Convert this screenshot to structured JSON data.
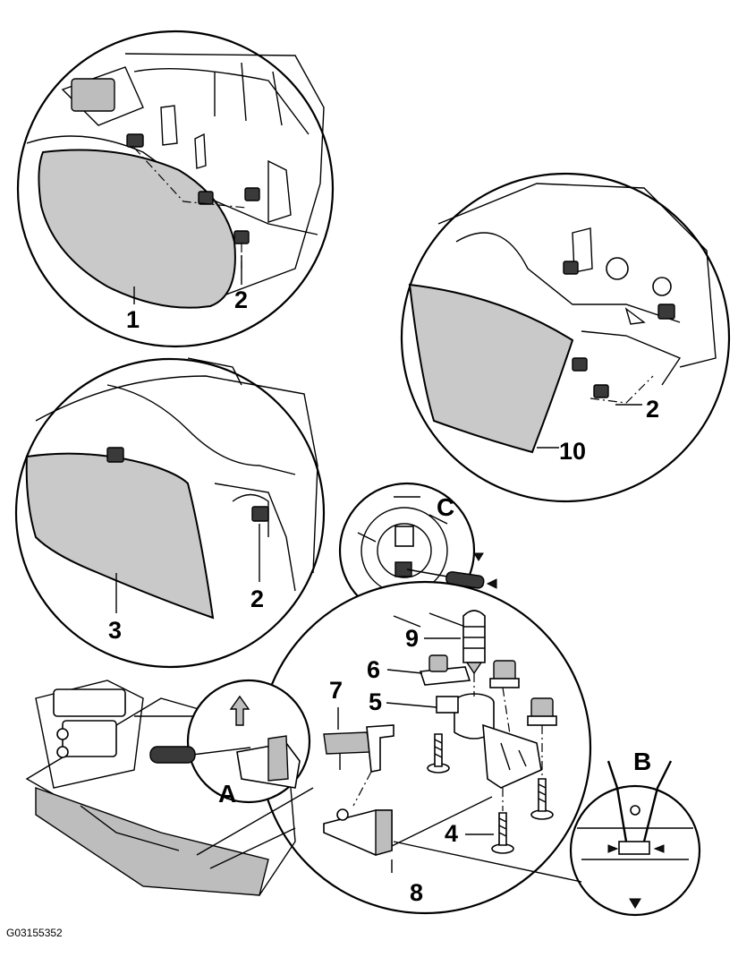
{
  "figure_id": "G03155352",
  "callouts": {
    "c1": "1",
    "c2a": "2",
    "c2b": "2",
    "c2c": "2",
    "c3": "3",
    "c4": "4",
    "c5": "5",
    "c6": "6",
    "c7": "7",
    "c8": "8",
    "c9": "9",
    "c10": "10"
  },
  "detail_labels": {
    "a": "A",
    "b": "B",
    "c": "C"
  },
  "icons": [
    "screwdriver-icon",
    "pliers-icon",
    "arrow-up-icon",
    "arrow-left-icon",
    "arrow-right-icon",
    "arrow-down-icon",
    "clip-icon",
    "screw-icon"
  ]
}
